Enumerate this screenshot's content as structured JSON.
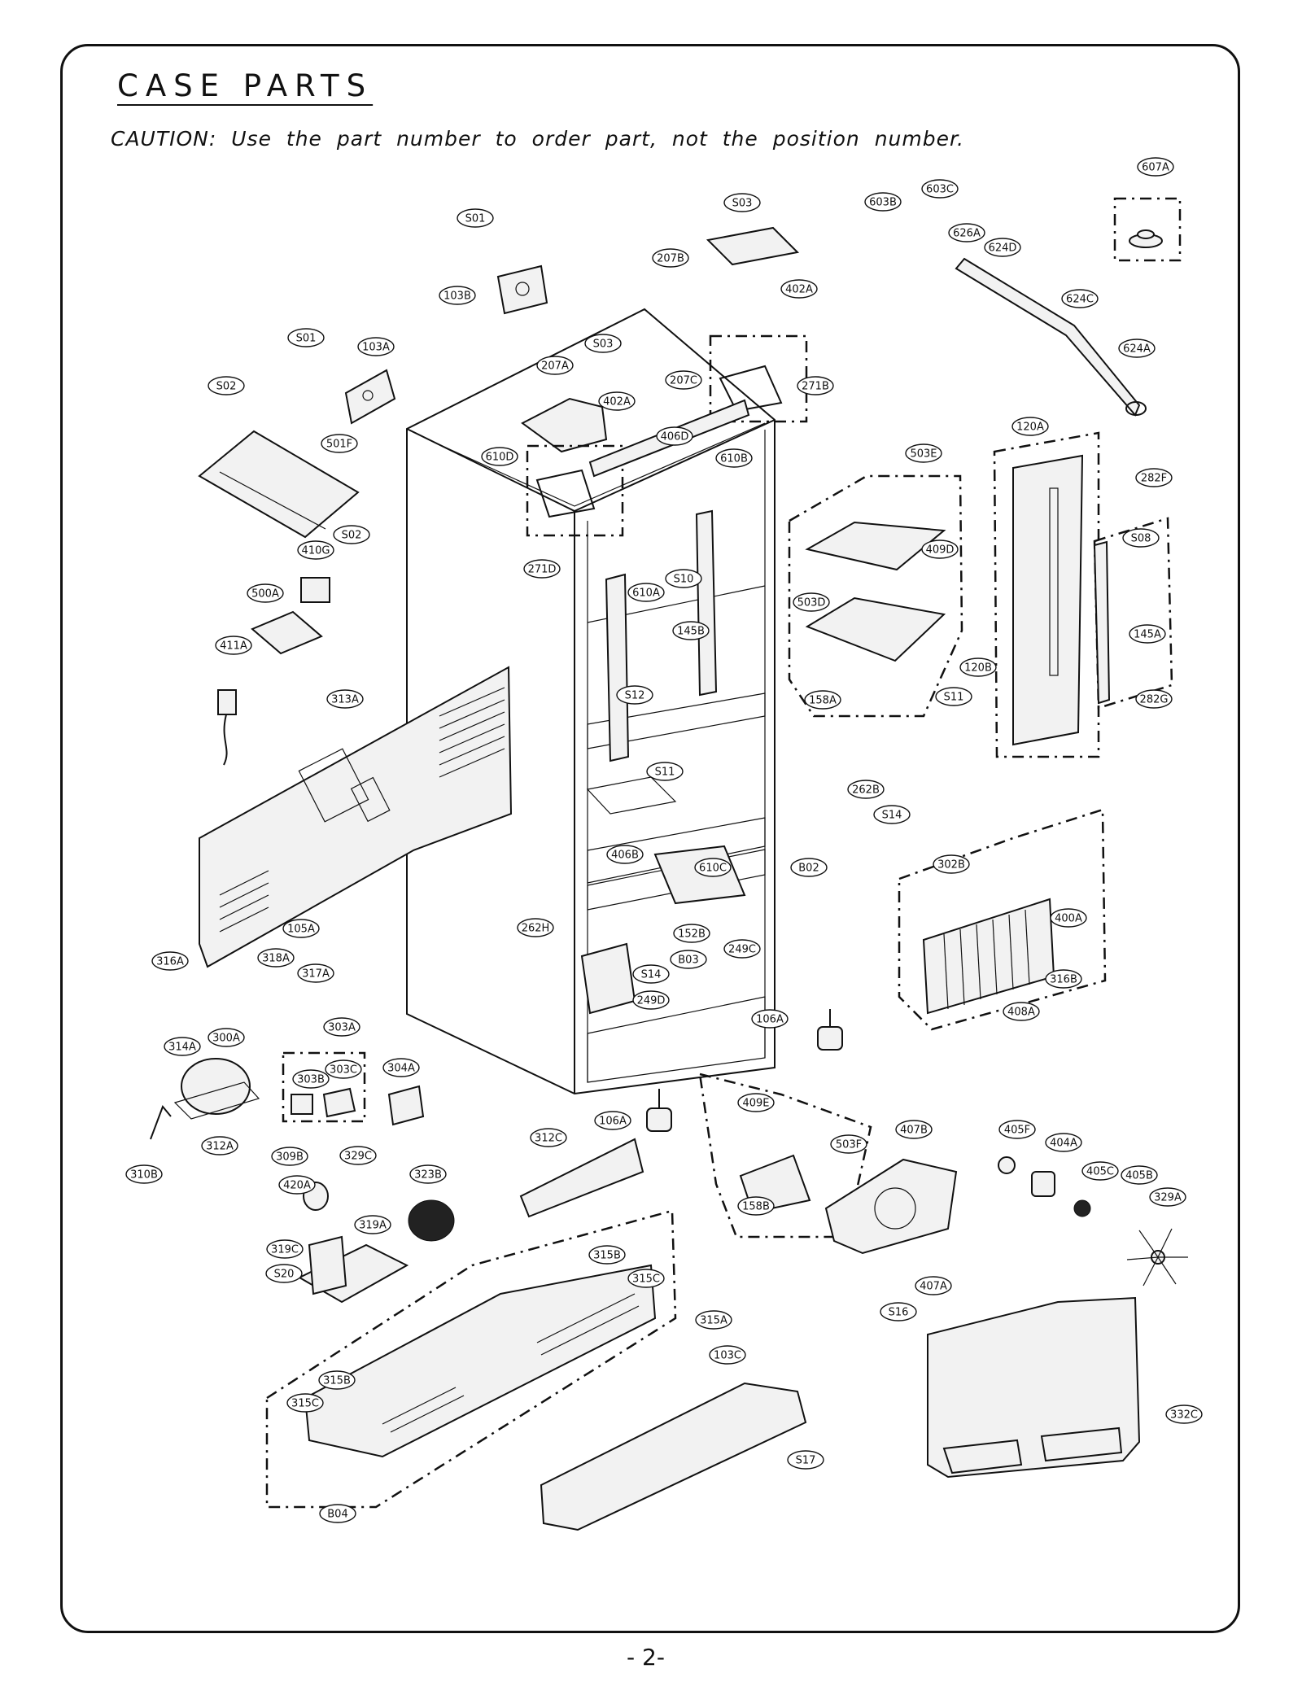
{
  "page": {
    "title": "CASE PARTS",
    "caution": "CAUTION: Use the part number to order part, not the position number.",
    "page_number": "- 2-"
  },
  "callouts": [
    "607A",
    "603C",
    "603B",
    "S03",
    "S01",
    "626A",
    "624D",
    "207B",
    "402A",
    "103B",
    "624C",
    "S01",
    "103A",
    "S03",
    "624A",
    "207A",
    "207C",
    "271B",
    "S02",
    "402A",
    "501F",
    "610D",
    "406D",
    "610B",
    "120A",
    "503E",
    "282F",
    "S02",
    "410G",
    "271D",
    "S08",
    "409D",
    "610A",
    "S10",
    "500A",
    "503D",
    "145A",
    "145B",
    "411A",
    "120B",
    "S11",
    "282G",
    "158A",
    "S12",
    "313A",
    "S11",
    "262B",
    "S14",
    "406B",
    "610C",
    "B02",
    "302B",
    "262H",
    "152B",
    "400A",
    "105A",
    "249C",
    "B03",
    "316A",
    "318A",
    "S14",
    "317A",
    "316B",
    "249D",
    "408A",
    "303A",
    "106A",
    "314A",
    "300A",
    "303C",
    "304A",
    "303B",
    "106A",
    "409E",
    "312A",
    "407B",
    "405F",
    "503F",
    "312C",
    "404A",
    "310B",
    "309B",
    "329C",
    "323B",
    "405C",
    "405B",
    "420A",
    "158B",
    "329A",
    "319A",
    "319C",
    "315B",
    "S20",
    "315C",
    "407A",
    "315A",
    "S16",
    "103C",
    "315B",
    "332C",
    "315C",
    "S17",
    "B04"
  ]
}
